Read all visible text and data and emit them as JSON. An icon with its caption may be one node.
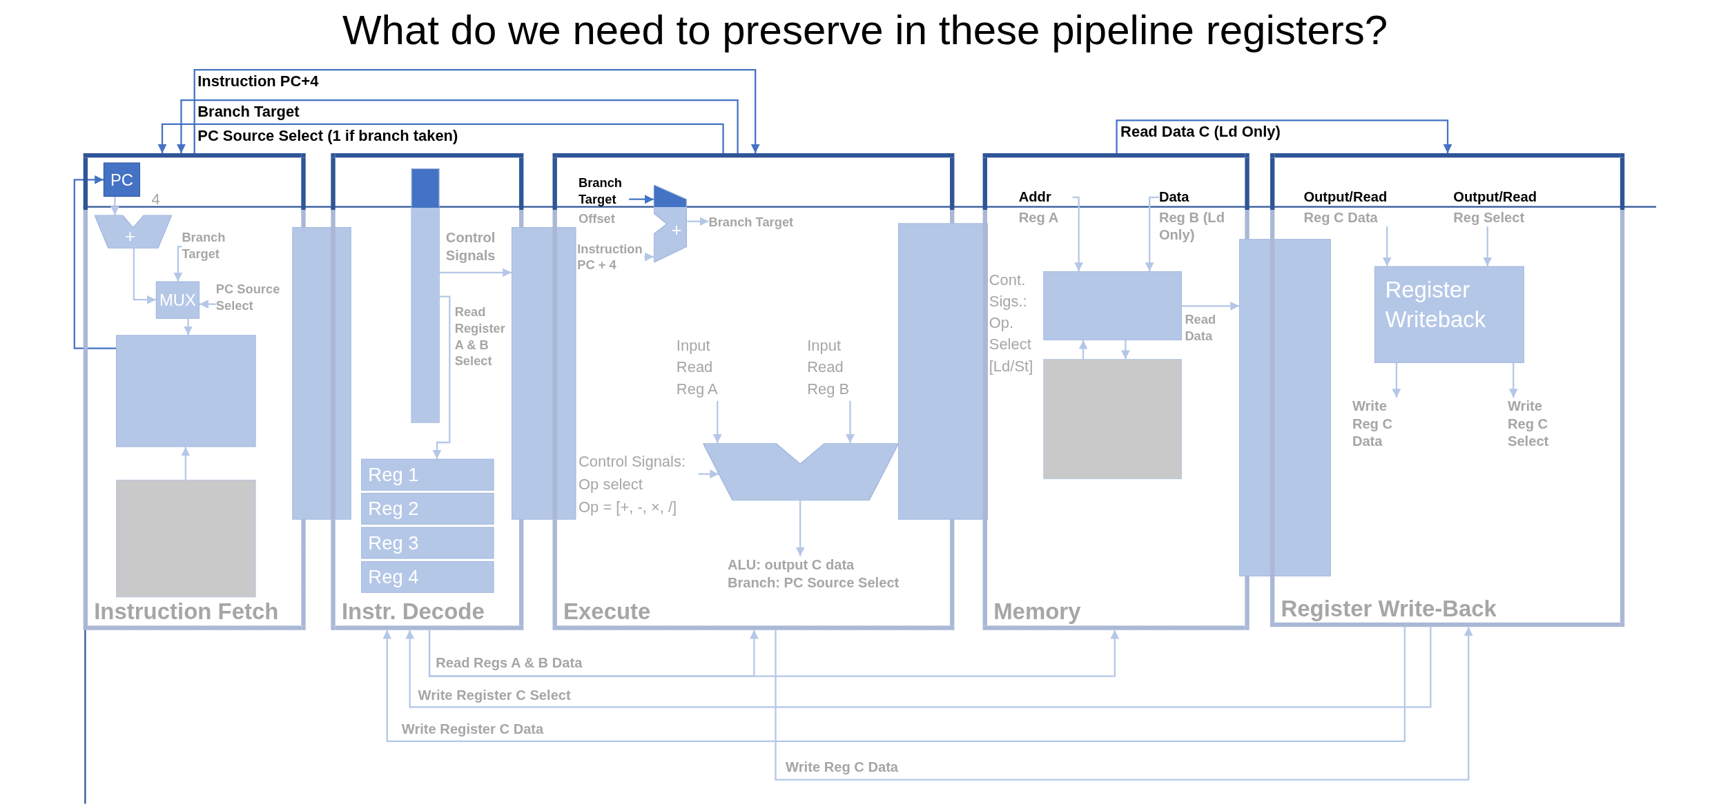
{
  "diagram": {
    "title": "What do we need to preserve in these pipeline registers?",
    "nodes": [
      {
        "text": [
          "Instruction Fetch"
        ]
      },
      {
        "text": [
          "PC"
        ],
        "in": 0
      },
      {
        "text": [
          "+"
        ],
        "in": 0
      },
      {
        "text": [
          "Branch Target"
        ],
        "in": 0
      },
      {
        "text": [
          "MUX"
        ],
        "in": 0
      },
      {
        "text": [
          "PC Source Select"
        ],
        "in": 0
      },
      {
        "text": [],
        "shape": "box",
        "in": 0
      },
      {
        "text": [],
        "shape": "box",
        "in": 0
      },
      {
        "text": [],
        "shape": "bar"
      },
      {
        "text": [
          "Instr. Decode"
        ]
      },
      {
        "text": [],
        "shape": "bar",
        "in": 9
      },
      {
        "text": [
          "Reg 1"
        ],
        "in": 9
      },
      {
        "text": [
          "Reg 2"
        ],
        "in": 9
      },
      {
        "text": [
          "Reg 3"
        ],
        "in": 9
      },
      {
        "text": [
          "Reg 4"
        ],
        "in": 9
      },
      {
        "text": [],
        "shape": "bar"
      },
      {
        "text": [
          "Execute"
        ]
      },
      {
        "text": [
          "Branch Target",
          "Offset"
        ],
        "in": 16
      },
      {
        "text": [
          "Instruction PC + 4"
        ],
        "in": 16
      },
      {
        "text": [
          "+"
        ],
        "in": 16
      },
      {
        "text": [
          "Branch Target"
        ],
        "in": 16
      },
      {
        "text": [
          "Input Read Reg A"
        ],
        "in": 16
      },
      {
        "text": [
          "Input Read Reg B"
        ],
        "in": 16
      },
      {
        "text": [
          "Control Signals:",
          "Op select",
          "Op = [+, -, ×, /]"
        ],
        "in": 16
      },
      {
        "text": [],
        "shape": "trapezoid",
        "in": 16
      },
      {
        "text": [
          "ALU: output C data",
          "Branch: PC Source Select"
        ],
        "in": 16
      },
      {
        "text": [],
        "shape": "bar"
      },
      {
        "text": [
          "Memory"
        ]
      },
      {
        "text": [
          "Addr",
          "Reg A"
        ],
        "in": 27
      },
      {
        "text": [
          "Data",
          "Reg B (Ld Only)"
        ],
        "in": 27
      },
      {
        "text": [],
        "shape": "box",
        "in": 27
      },
      {
        "text": [],
        "shape": "box",
        "in": 27
      },
      {
        "text": [],
        "shape": "bar"
      },
      {
        "text": [
          "Register Write-Back"
        ]
      },
      {
        "text": [
          "Output/Read",
          "Reg C Data"
        ],
        "in": 33
      },
      {
        "text": [
          "Output/Read",
          "Reg Select"
        ],
        "in": 33
      },
      {
        "text": [
          "Register Writeback"
        ],
        "in": 33
      },
      {
        "text": [
          "Write Reg C Data"
        ],
        "in": 33
      },
      {
        "text": [
          "Write Reg C Select"
        ],
        "in": 33
      }
    ],
    "edges": [
      {
        "from": 6,
        "to": 1,
        "arrow": "to",
        "color": "#4472c4"
      },
      {
        "from": 1,
        "to": 2,
        "arrow": "to"
      },
      {
        "from": 2,
        "to": 4,
        "arrow": "to"
      },
      {
        "from": 3,
        "to": 4,
        "arrow": "to"
      },
      {
        "from": 5,
        "to": 4,
        "arrow": "to"
      },
      {
        "from": 4,
        "to": 6,
        "arrow": "to"
      },
      {
        "from": 7,
        "to": 6,
        "arrow": "to"
      },
      {
        "from": 10,
        "to": 15,
        "arrow": "to",
        "label": "Control Signals"
      },
      {
        "from": 10,
        "to": 11,
        "arrow": "to",
        "label": "Read Register A & B Select"
      },
      {
        "from": 17,
        "to": 19,
        "arrow": "to",
        "color": "#4472c4"
      },
      {
        "from": 18,
        "to": 19,
        "arrow": "to"
      },
      {
        "from": 19,
        "to": 20,
        "arrow": "to"
      },
      {
        "from": 21,
        "to": 24,
        "arrow": "to"
      },
      {
        "from": 22,
        "to": 24,
        "arrow": "to"
      },
      {
        "from": 23,
        "to": 24,
        "arrow": "to"
      },
      {
        "from": 24,
        "to": 25,
        "arrow": "to"
      },
      {
        "from": 28,
        "to": 30,
        "arrow": "to"
      },
      {
        "from": 29,
        "to": 30,
        "arrow": "to"
      },
      {
        "from": 31,
        "to": 30,
        "arrow": "to"
      },
      {
        "from": 30,
        "to": 31,
        "arrow": "to"
      },
      {
        "from": 30,
        "to": 32,
        "arrow": "to",
        "label": "Read Data"
      },
      {
        "from": 34,
        "to": 36,
        "arrow": "to"
      },
      {
        "from": 35,
        "to": 36,
        "arrow": "to"
      },
      {
        "from": 36,
        "to": 37,
        "arrow": "to"
      },
      {
        "from": 36,
        "to": 38,
        "arrow": "to"
      },
      {
        "from": 0,
        "to": 16,
        "arrow": "to",
        "label": "Instruction PC+4",
        "color": "#4472c4"
      },
      {
        "from": 16,
        "to": 0,
        "arrow": "to",
        "label": "Branch Target",
        "color": "#4472c4"
      },
      {
        "from": 16,
        "to": 0,
        "arrow": "to",
        "label": "PC Source Select (1 if branch taken)",
        "color": "#4472c4"
      },
      {
        "from": 27,
        "to": 33,
        "arrow": "to",
        "label": "Read Data C (Ld Only)",
        "color": "#4472c4"
      },
      {
        "from": 9,
        "to": 16,
        "arrow": "to",
        "label": "Read Regs A & B Data"
      },
      {
        "from": 9,
        "to": 27,
        "arrow": "to"
      },
      {
        "from": 33,
        "to": 9,
        "arrow": "to",
        "label": "Write Register C Select"
      },
      {
        "from": 33,
        "to": 9,
        "arrow": "to",
        "label": "Write Register C Data"
      },
      {
        "from": 16,
        "to": 33,
        "arrow": "to",
        "label": "Write Reg C Data"
      }
    ],
    "labels": [
      "4",
      "Cont. Sigs.: Op. Select [Ld/St]"
    ]
  }
}
